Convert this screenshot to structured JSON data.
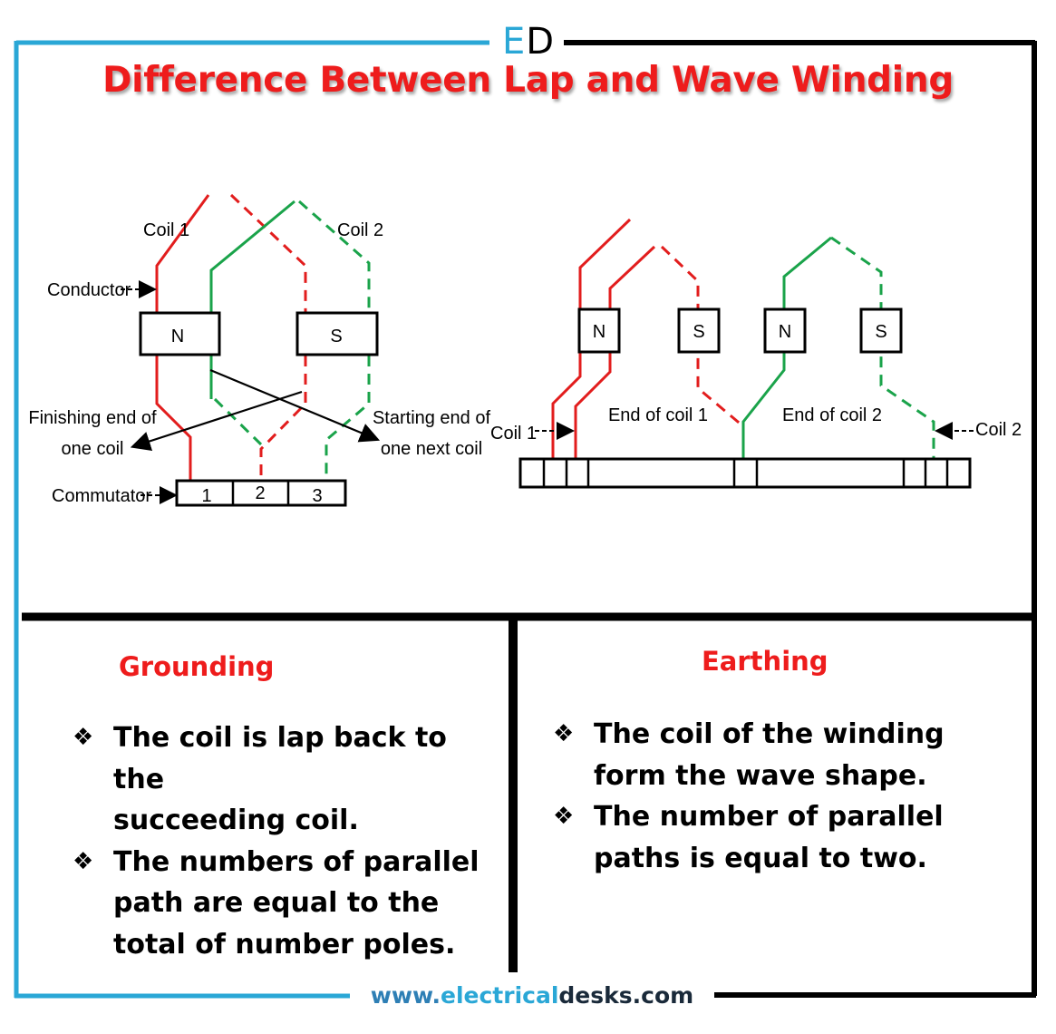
{
  "logo": {
    "letter_e": "E",
    "letter_d": "D"
  },
  "title": "Difference Between Lap and Wave Winding",
  "lap_diagram": {
    "coil1": "Coil 1",
    "coil2": "Coil 2",
    "conductor": "Conductor",
    "pole_n": "N",
    "pole_s": "S",
    "finishing_line1": "Finishing end of",
    "finishing_line2": "one coil",
    "starting_line1": "Starting end of",
    "starting_line2": "one next coil",
    "commutator": "Commutator",
    "segments": [
      "1",
      "2",
      "3"
    ]
  },
  "wave_diagram": {
    "poles": [
      "N",
      "S",
      "N",
      "S"
    ],
    "coil1": "Coil 1",
    "coil2": "Coil 2",
    "end_coil1": "End of coil 1",
    "end_coil2": "End of coil 2"
  },
  "left_panel": {
    "heading": "Grounding",
    "bullets": [
      {
        "line1": "The coil is lap back to the",
        "line2": "succeeding coil.",
        "line3": ""
      },
      {
        "line1": "The numbers of parallel",
        "line2": "path are equal to the",
        "line3": "total of number poles."
      }
    ]
  },
  "right_panel": {
    "heading": "Earthing",
    "bullets": [
      {
        "line1": "The coil of the winding",
        "line2": "form the wave shape."
      },
      {
        "line1": "The number of parallel",
        "line2": "paths is equal to two."
      }
    ]
  },
  "bullet_mark": "❖",
  "website": {
    "part1": "www.",
    "part2": "electrical",
    "part3": "desks.com"
  },
  "colors": {
    "red": "#e21d1d",
    "green": "#1aa34a",
    "blue": "#2aa7d6",
    "title_red": "#ee1c1c"
  }
}
